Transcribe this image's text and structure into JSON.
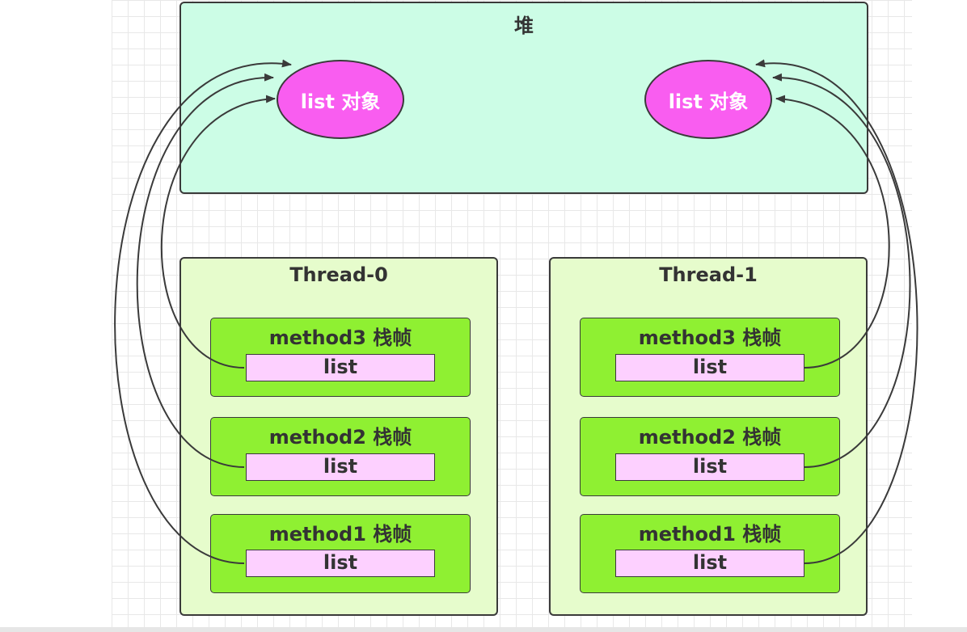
{
  "heap": {
    "title": "堆"
  },
  "objects": [
    {
      "label": "list 对象"
    },
    {
      "label": "list 对象"
    }
  ],
  "threads": [
    {
      "title": "Thread-0",
      "frames": [
        {
          "title": "method3 栈帧",
          "var": "list"
        },
        {
          "title": "method2 栈帧",
          "var": "list"
        },
        {
          "title": "method1 栈帧",
          "var": "list"
        }
      ]
    },
    {
      "title": "Thread-1",
      "frames": [
        {
          "title": "method3 栈帧",
          "var": "list"
        },
        {
          "title": "method2 栈帧",
          "var": "list"
        },
        {
          "title": "method1 栈帧",
          "var": "list"
        }
      ]
    }
  ],
  "colors": {
    "heap": "#ccfde6",
    "object": "#f95df0",
    "thread": "#e6fccc",
    "frame": "#8ff032",
    "variable": "#fdd0ff",
    "stroke": "#3a3a3a"
  }
}
